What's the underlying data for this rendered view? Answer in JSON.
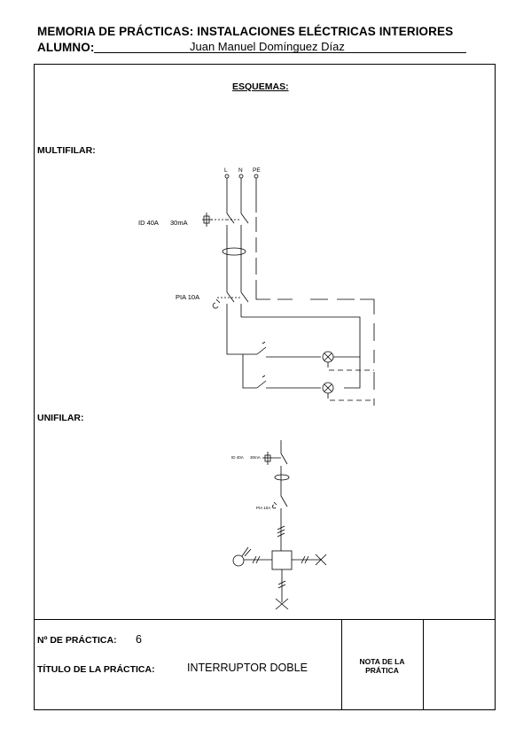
{
  "header": {
    "title": "MEMORIA DE PRÁCTICAS: INSTALACIONES ELÉCTRICAS INTERIORES",
    "student_label": "ALUMNO:",
    "student_name": "Juan Manuel Domínguez Díaz"
  },
  "esquemas": {
    "title": "ESQUEMAS:",
    "multifilar_label": "MULTIFILAR:",
    "unifilar_label": "UNIFILAR:"
  },
  "multifilar": {
    "terminal_L": "L",
    "terminal_N": "N",
    "terminal_PE": "PE",
    "id_label": "ID 40A",
    "id_current": "30mA",
    "pia_label": "PIA 10A"
  },
  "unifilar": {
    "id_label": "ID 40A",
    "id_current": "30mA",
    "pia_label": "PIA 10A"
  },
  "footer": {
    "practice_number_label": "Nº DE PRÁCTICA:",
    "practice_number": "6",
    "practice_title_label": "TÍTULO DE LA PRÁCTICA:",
    "practice_title": "INTERRUPTOR DOBLE",
    "grade_label_line1": "NOTA DE LA",
    "grade_label_line2": "PRÁTICA"
  }
}
